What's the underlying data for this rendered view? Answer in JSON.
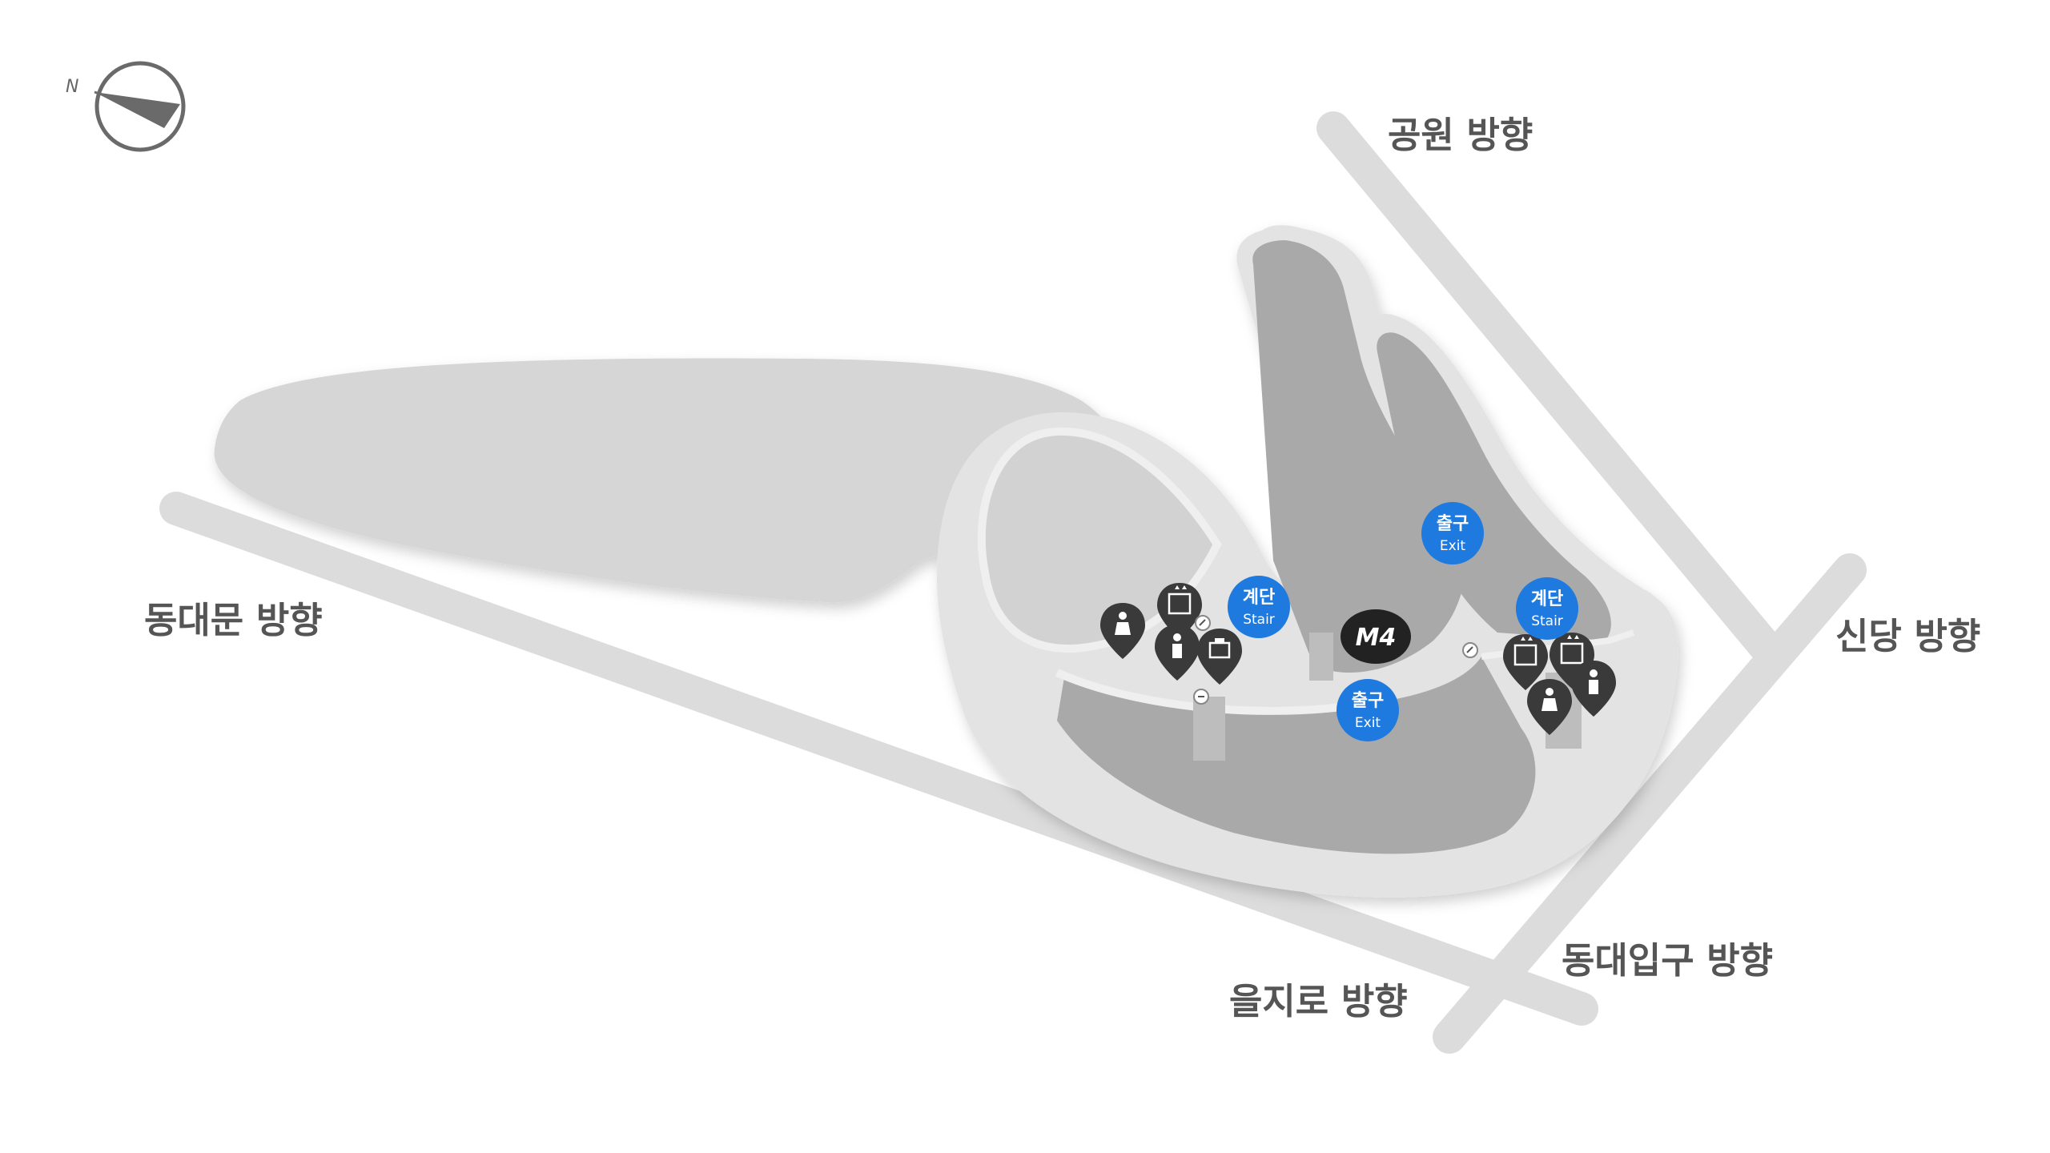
{
  "map": {
    "station_code": "M4",
    "compass": {
      "north_label": "N"
    },
    "directions": {
      "park": "공원 방향",
      "dongdaemun": "동대문 방향",
      "sindang": "신당 방향",
      "euljiro": "을지로 방향",
      "dongdaeipgu": "동대입구 방향"
    },
    "badges": {
      "stair_left": {
        "main": "계단",
        "sub": "Stair"
      },
      "stair_right": {
        "main": "계단",
        "sub": "Stair"
      },
      "exit_top": {
        "main": "출구",
        "sub": "Exit"
      },
      "exit_center": {
        "main": "출구",
        "sub": "Exit"
      }
    },
    "colors": {
      "badge_blue": "#1f7ae0",
      "floor_light": "#d6d6d6",
      "floor_dark": "#a9a9a9",
      "wall": "#e6e6e6",
      "road": "#dcdcdc",
      "pin_dark": "#3a3a3a",
      "label": "#555555"
    },
    "icons": [
      "female-restroom-icon",
      "male-restroom-icon",
      "elevator-icon",
      "ticket-machine-icon",
      "escalator-icon"
    ]
  }
}
